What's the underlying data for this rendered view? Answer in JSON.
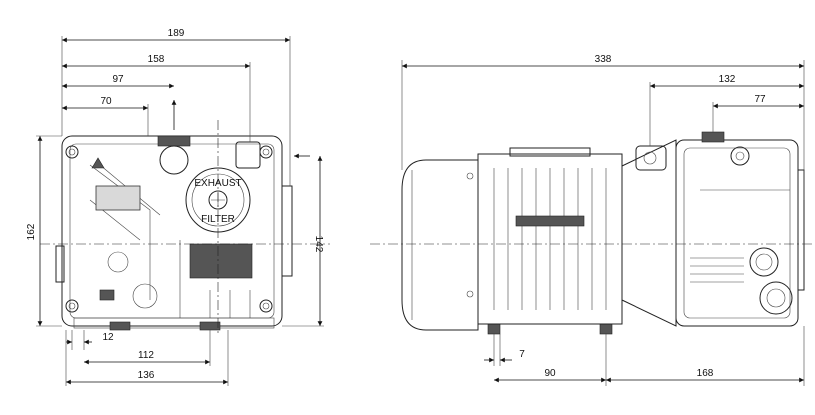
{
  "front_view": {
    "dimensions": {
      "overall_width": "189",
      "width_158": "158",
      "width_97": "97",
      "width_70": "70",
      "height_162": "162",
      "height_142": "142",
      "bottom_12": "12",
      "bottom_112": "112",
      "bottom_136": "136"
    },
    "exhaust_label": "EXHAUST",
    "filter_label": "FILTER"
  },
  "side_view": {
    "dimensions": {
      "overall_length": "338",
      "length_132": "132",
      "length_77": "77",
      "bottom_7": "7",
      "bottom_90": "90",
      "bottom_168": "168"
    }
  }
}
